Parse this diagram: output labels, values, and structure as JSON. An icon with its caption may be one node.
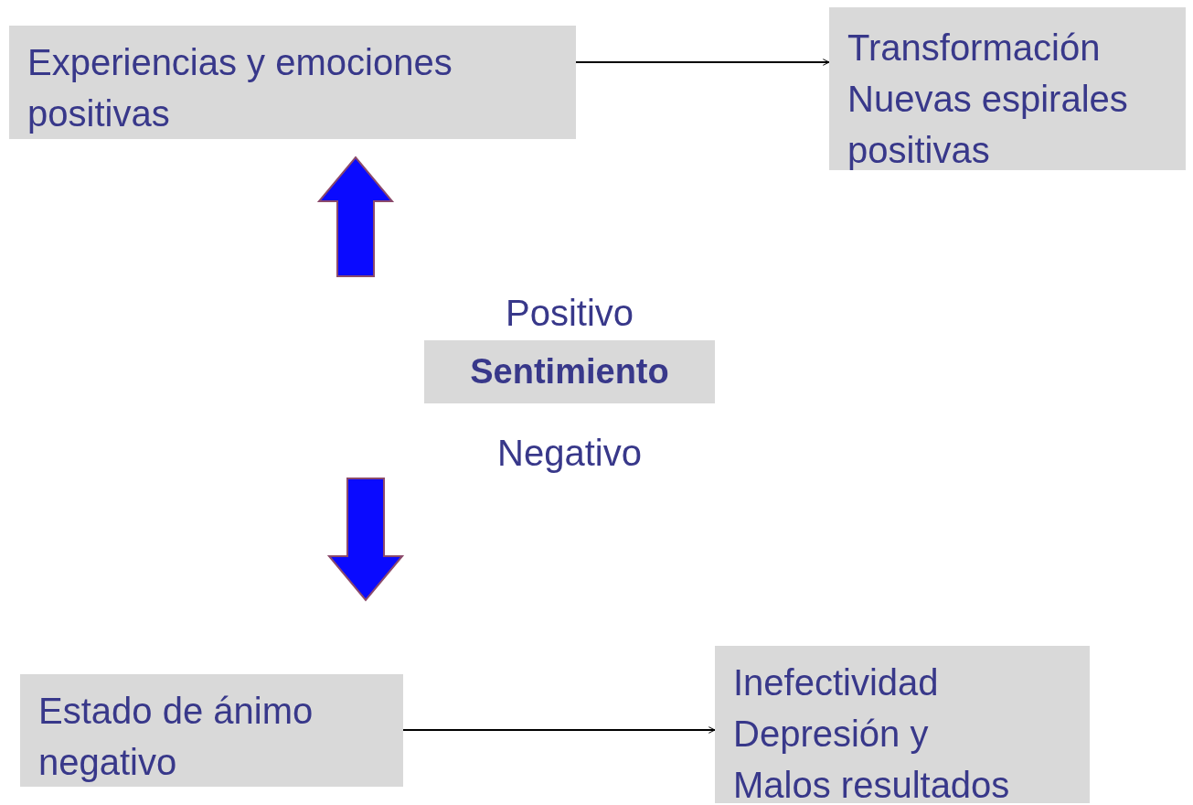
{
  "diagram": {
    "nodes": [
      {
        "text": [
          "Experiencias y emociones positivas"
        ]
      },
      {
        "text": [
          "Transformación",
          "Nuevas espirales positivas"
        ]
      },
      {
        "text": [
          "Sentimiento"
        ],
        "beside": [
          "Positivo",
          "Negativo"
        ]
      },
      {
        "text": [
          "Estado de ánimo negativo"
        ]
      },
      {
        "text": [
          "Inefectividad",
          "Depresión y",
          "Malos resultados"
        ]
      }
    ],
    "edges": [
      {
        "from": 0,
        "to": 1,
        "arrow": "to"
      },
      {
        "from": 2,
        "to": 0,
        "arrow": "to",
        "style": "thick",
        "color": "#0a0aff"
      },
      {
        "from": 2,
        "to": 3,
        "arrow": "to",
        "style": "thick",
        "color": "#0a0aff"
      },
      {
        "from": 3,
        "to": 4,
        "arrow": "to"
      }
    ]
  }
}
